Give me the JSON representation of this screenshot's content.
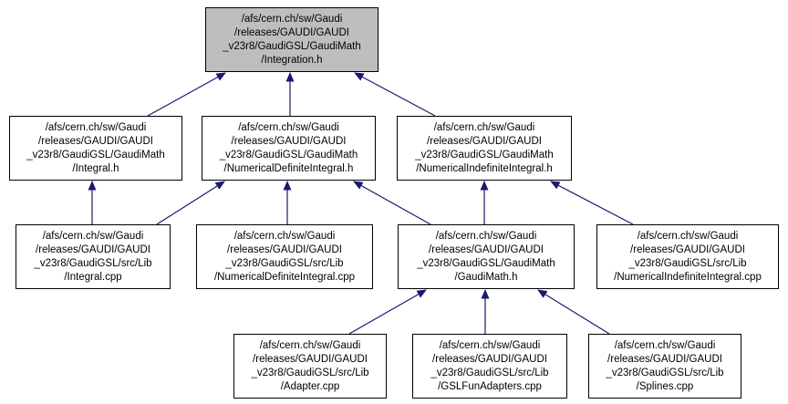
{
  "colors": {
    "edge": "#191970",
    "node_border": "#000000",
    "node_fill": "#ffffff",
    "highlight_fill": "#bebebe",
    "text": "#000000",
    "background": "#ffffff"
  },
  "graph": {
    "type": "include-dependency-graph",
    "nodes": [
      {
        "id": "integration-h",
        "highlighted": true,
        "lines": [
          "/afs/cern.ch/sw/Gaudi",
          "/releases/GAUDI/GAUDI",
          "_v23r8/GaudiGSL/GaudiMath",
          "/Integration.h"
        ]
      },
      {
        "id": "integral-h",
        "highlighted": false,
        "lines": [
          "/afs/cern.ch/sw/Gaudi",
          "/releases/GAUDI/GAUDI",
          "_v23r8/GaudiGSL/GaudiMath",
          "/Integral.h"
        ]
      },
      {
        "id": "numerical-definite-integral-h",
        "highlighted": false,
        "lines": [
          "/afs/cern.ch/sw/Gaudi",
          "/releases/GAUDI/GAUDI",
          "_v23r8/GaudiGSL/GaudiMath",
          "/NumericalDefiniteIntegral.h"
        ]
      },
      {
        "id": "numerical-indefinite-integral-h",
        "highlighted": false,
        "lines": [
          "/afs/cern.ch/sw/Gaudi",
          "/releases/GAUDI/GAUDI",
          "_v23r8/GaudiGSL/GaudiMath",
          "/NumericalIndefiniteIntegral.h"
        ]
      },
      {
        "id": "integral-cpp",
        "highlighted": false,
        "lines": [
          "/afs/cern.ch/sw/Gaudi",
          "/releases/GAUDI/GAUDI",
          "_v23r8/GaudiGSL/src/Lib",
          "/Integral.cpp"
        ]
      },
      {
        "id": "numerical-definite-integral-cpp",
        "highlighted": false,
        "lines": [
          "/afs/cern.ch/sw/Gaudi",
          "/releases/GAUDI/GAUDI",
          "_v23r8/GaudiGSL/src/Lib",
          "/NumericalDefiniteIntegral.cpp"
        ]
      },
      {
        "id": "gaudimath-h",
        "highlighted": false,
        "lines": [
          "/afs/cern.ch/sw/Gaudi",
          "/releases/GAUDI/GAUDI",
          "_v23r8/GaudiGSL/GaudiMath",
          "/GaudiMath.h"
        ]
      },
      {
        "id": "numerical-indefinite-integral-cpp",
        "highlighted": false,
        "lines": [
          "/afs/cern.ch/sw/Gaudi",
          "/releases/GAUDI/GAUDI",
          "_v23r8/GaudiGSL/src/Lib",
          "/NumericalIndefiniteIntegral.cpp"
        ]
      },
      {
        "id": "adapter-cpp",
        "highlighted": false,
        "lines": [
          "/afs/cern.ch/sw/Gaudi",
          "/releases/GAUDI/GAUDI",
          "_v23r8/GaudiGSL/src/Lib",
          "/Adapter.cpp"
        ]
      },
      {
        "id": "gslfunadapters-cpp",
        "highlighted": false,
        "lines": [
          "/afs/cern.ch/sw/Gaudi",
          "/releases/GAUDI/GAUDI",
          "_v23r8/GaudiGSL/src/Lib",
          "/GSLFunAdapters.cpp"
        ]
      },
      {
        "id": "splines-cpp",
        "highlighted": false,
        "lines": [
          "/afs/cern.ch/sw/Gaudi",
          "/releases/GAUDI/GAUDI",
          "_v23r8/GaudiGSL/src/Lib",
          "/Splines.cpp"
        ]
      }
    ],
    "edges": [
      {
        "from": "integral-h",
        "to": "integration-h"
      },
      {
        "from": "numerical-definite-integral-h",
        "to": "integration-h"
      },
      {
        "from": "numerical-indefinite-integral-h",
        "to": "integration-h"
      },
      {
        "from": "integral-cpp",
        "to": "integral-h"
      },
      {
        "from": "integral-cpp",
        "to": "numerical-definite-integral-h"
      },
      {
        "from": "numerical-definite-integral-cpp",
        "to": "numerical-definite-integral-h"
      },
      {
        "from": "gaudimath-h",
        "to": "numerical-definite-integral-h"
      },
      {
        "from": "gaudimath-h",
        "to": "numerical-indefinite-integral-h"
      },
      {
        "from": "numerical-indefinite-integral-cpp",
        "to": "numerical-indefinite-integral-h"
      },
      {
        "from": "adapter-cpp",
        "to": "gaudimath-h"
      },
      {
        "from": "gslfunadapters-cpp",
        "to": "gaudimath-h"
      },
      {
        "from": "splines-cpp",
        "to": "gaudimath-h"
      }
    ]
  }
}
